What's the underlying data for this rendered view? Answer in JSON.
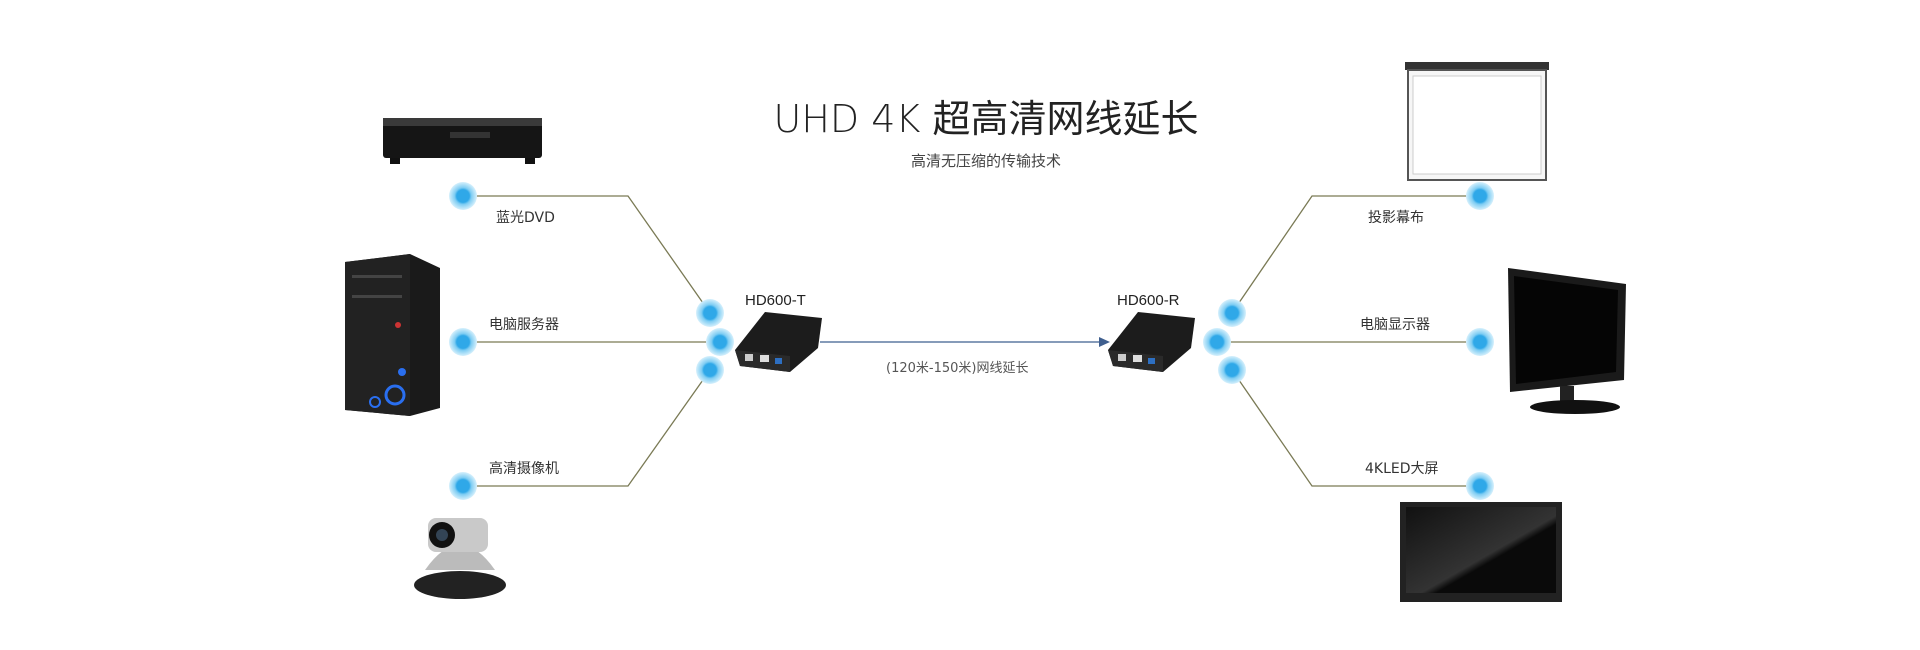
{
  "header": {
    "title": "UHD 4K 超高清网线延长",
    "subtitle": "高清无压缩的传输技术"
  },
  "sources": [
    {
      "label": "蓝光DVD",
      "icon": "bluray-player-icon"
    },
    {
      "label": "电脑服务器",
      "icon": "pc-tower-icon"
    },
    {
      "label": "高清摄像机",
      "icon": "hd-camera-icon"
    }
  ],
  "transmitter": {
    "label": "HD600-T"
  },
  "receiver": {
    "label": "HD600-R"
  },
  "link": {
    "label": "(120米-150米)网线延长"
  },
  "outputs": [
    {
      "label": "投影幕布",
      "icon": "projector-screen-icon"
    },
    {
      "label": "电脑显示器",
      "icon": "monitor-icon"
    },
    {
      "label": "4KLED大屏",
      "icon": "led-tv-icon"
    }
  ],
  "colors": {
    "line": "#7a7a55",
    "arrow": "#3f5f8f",
    "node": "#2fa8e8",
    "glow": "#a8ddf7"
  }
}
